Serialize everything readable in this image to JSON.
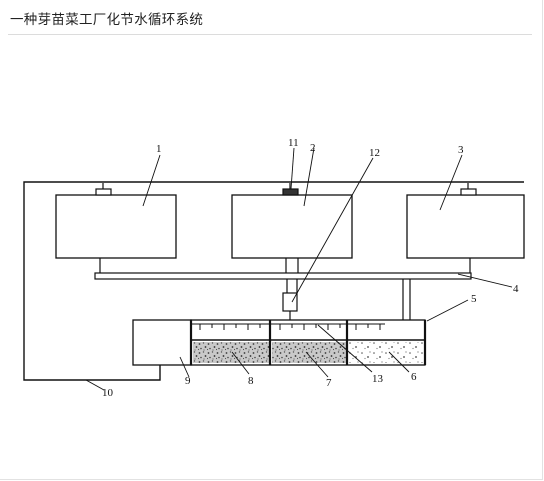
{
  "header": {
    "title": "一种芽苗菜工厂化节水循环系统"
  },
  "diagram": {
    "labels": {
      "n1": "1",
      "n11": "11",
      "n2": "2",
      "n12": "12",
      "n3": "3",
      "n4": "4",
      "n5": "5",
      "n9": "9",
      "n8": "8",
      "n7": "7",
      "n13": "13",
      "n6": "6",
      "n10": "10"
    }
  }
}
